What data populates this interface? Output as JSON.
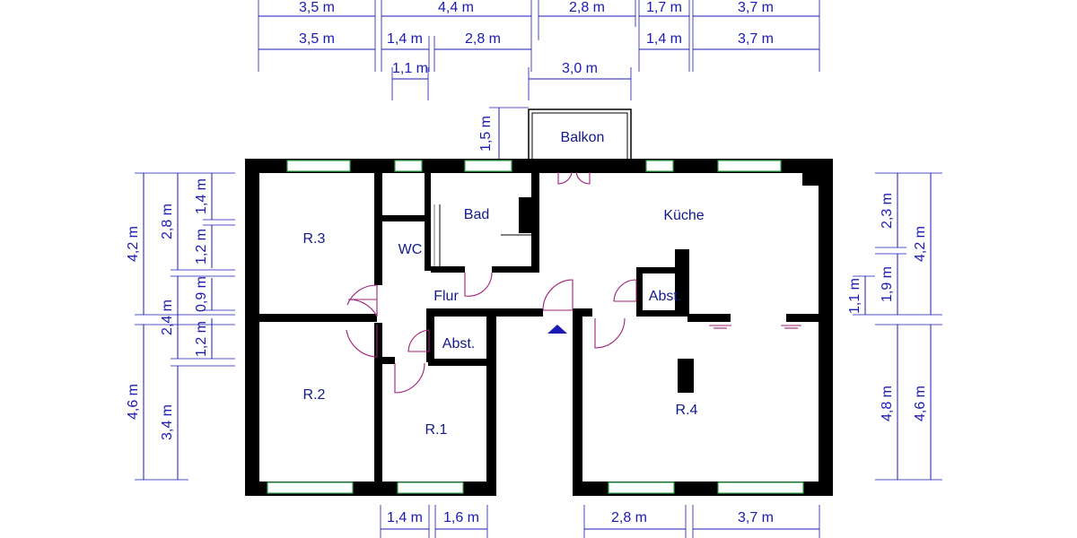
{
  "rooms": {
    "r3": "R.3",
    "r2": "R.2",
    "r1": "R.1",
    "r4": "R.4",
    "wc": "WC",
    "bad": "Bad",
    "flur": "Flur",
    "kueche": "Küche",
    "abst_left": "Abst.",
    "abst_right": "Abst.",
    "balkon": "Balkon"
  },
  "dims_top": {
    "row1": [
      "3,5 m",
      "4,4 m",
      "2,8 m",
      "1,7 m",
      "3,7 m"
    ],
    "row2": [
      "3,5 m",
      "1,4 m",
      "2,8 m",
      "1,4 m",
      "3,7 m"
    ],
    "wc_width": "1,1 m",
    "balkon_width": "3,0 m",
    "balkon_depth": "1,5 m"
  },
  "dims_left": {
    "outer": [
      "4,2 m",
      "4,6 m"
    ],
    "middle": [
      "2,8 m",
      "2,4 m",
      "3,4 m"
    ],
    "inner": [
      "1,4 m",
      "1,2 m",
      "0,9 m",
      "1,2 m"
    ]
  },
  "dims_right": {
    "inner": [
      "2,3 m",
      "1,9 m",
      "1,1 m",
      "4,8 m"
    ],
    "outer": [
      "4,2 m",
      "4,6 m"
    ]
  },
  "dims_bottom": [
    "1,4 m",
    "1,6 m",
    "2,8 m",
    "3,7 m"
  ],
  "colors": {
    "dimension": "#1a1ab4",
    "wall": "#000000",
    "window": "#2fa84a",
    "door": "#a0207a",
    "label": "#111a8c"
  }
}
